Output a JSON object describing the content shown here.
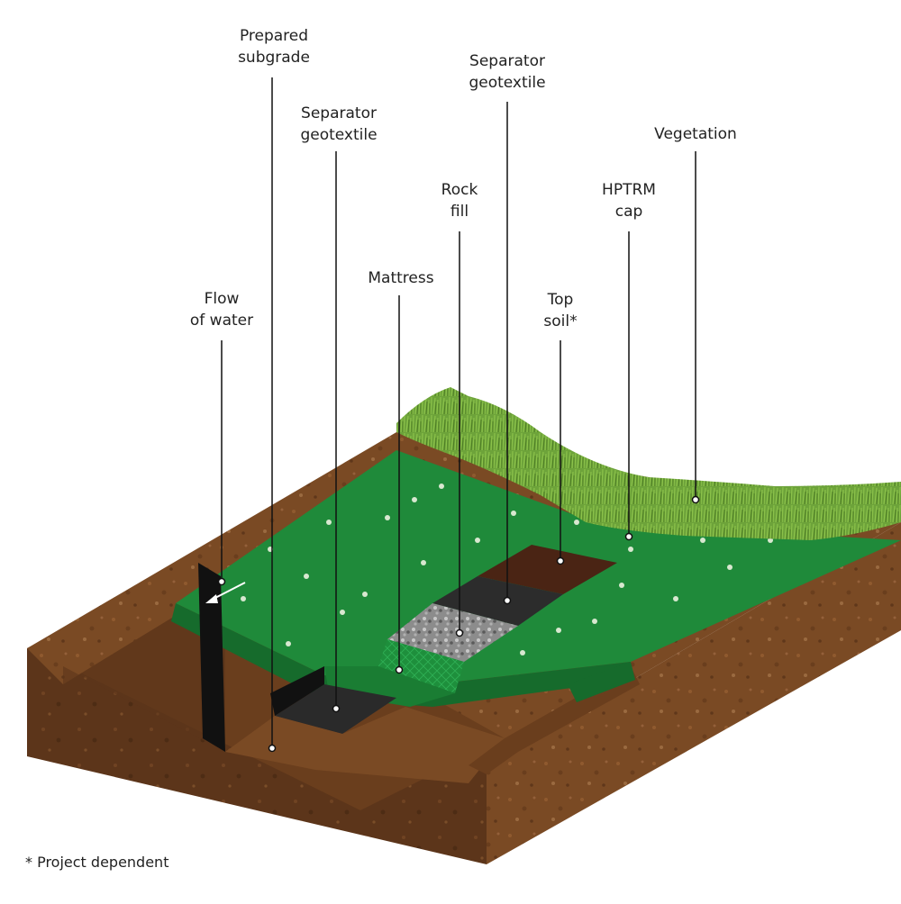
{
  "labels": {
    "prepared_subgrade": [
      "Prepared",
      "subgrade"
    ],
    "separator_geotextile_left": [
      "Separator",
      "geotextile"
    ],
    "separator_geotextile_right": [
      "Separator",
      "geotextile"
    ],
    "rock_fill": [
      "Rock",
      "fill"
    ],
    "mattress": [
      "Mattress"
    ],
    "flow_of_water": [
      "Flow",
      "of water"
    ],
    "top_soil": [
      "Top",
      "soil*"
    ],
    "hptrm_cap": [
      "HPTRM",
      "cap"
    ],
    "vegetation": [
      "Vegetation"
    ]
  },
  "footnote": "* Project dependent",
  "colors": {
    "soil": "#7a4a24",
    "soil_dark": "#5c351a",
    "soil_light": "#8f5a2e",
    "green_mat": "#1f8a3a",
    "green_dark": "#166b2c",
    "rock": "#9a9a9a",
    "geotextile": "#2c2c2c",
    "top_soil": "#4a2414",
    "grass": "#6da33a"
  }
}
